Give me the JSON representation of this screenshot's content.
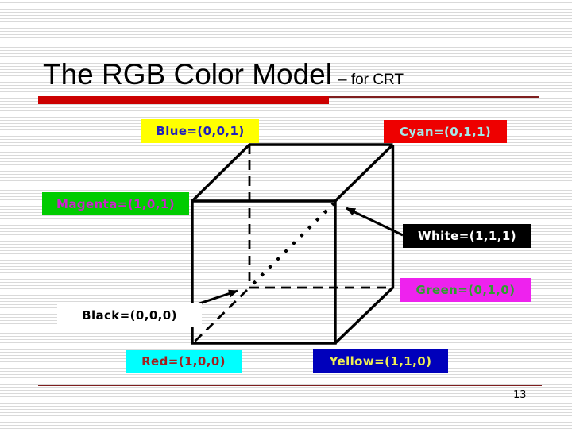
{
  "slide": {
    "title": "The RGB Color Model",
    "title_suffix": "– for CRT",
    "page_number": "13",
    "accent_bar_color": "#cc0000",
    "rule_color": "#7f1f1f",
    "background_stripe_color": "#d9d9d9"
  },
  "diagram": {
    "name": "rgb-color-cube",
    "labels": [
      {
        "id": "blue",
        "text": "Blue=(0,0,1)",
        "bg": "#ffff00",
        "fg": "#2222bb"
      },
      {
        "id": "cyan",
        "text": "Cyan=(0,1,1)",
        "bg": "#ee0000",
        "fg": "#a5e8e8"
      },
      {
        "id": "magenta",
        "text": "Magenta=(1,0,1)",
        "bg": "#00cc00",
        "fg": "#cc22cc"
      },
      {
        "id": "white",
        "text": "White=(1,1,1)",
        "bg": "#000000",
        "fg": "#ffffff"
      },
      {
        "id": "green",
        "text": "Green=(0,1,0)",
        "bg": "#ee22ee",
        "fg": "#2f9e2f"
      },
      {
        "id": "black",
        "text": "Black=(0,0,0)",
        "bg": "#ffffff",
        "fg": "#000000"
      },
      {
        "id": "red",
        "text": "Red=(1,0,0)",
        "bg": "#00ffff",
        "fg": "#a02020"
      },
      {
        "id": "yellow",
        "text": "Yellow=(1,1,0)",
        "bg": "#0000bb",
        "fg": "#eeee55"
      }
    ]
  }
}
